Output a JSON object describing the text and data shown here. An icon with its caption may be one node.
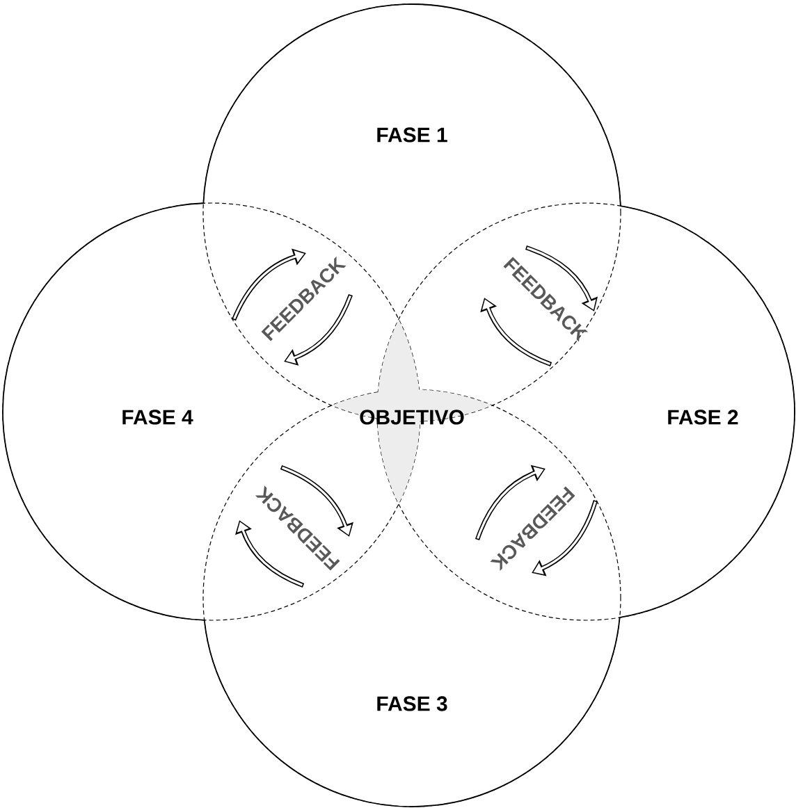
{
  "diagram": {
    "nodes": [
      {
        "text": [
          "FASE 1"
        ]
      },
      {
        "text": [
          "FASE 2"
        ]
      },
      {
        "text": [
          "FASE 3"
        ]
      },
      {
        "text": [
          "FASE 4"
        ]
      },
      {
        "text": [
          "OBJETIVO"
        ]
      }
    ],
    "labels": [
      "FEEDBACK",
      "FEEDBACK",
      "FEEDBACK",
      "FEEDBACK"
    ]
  }
}
